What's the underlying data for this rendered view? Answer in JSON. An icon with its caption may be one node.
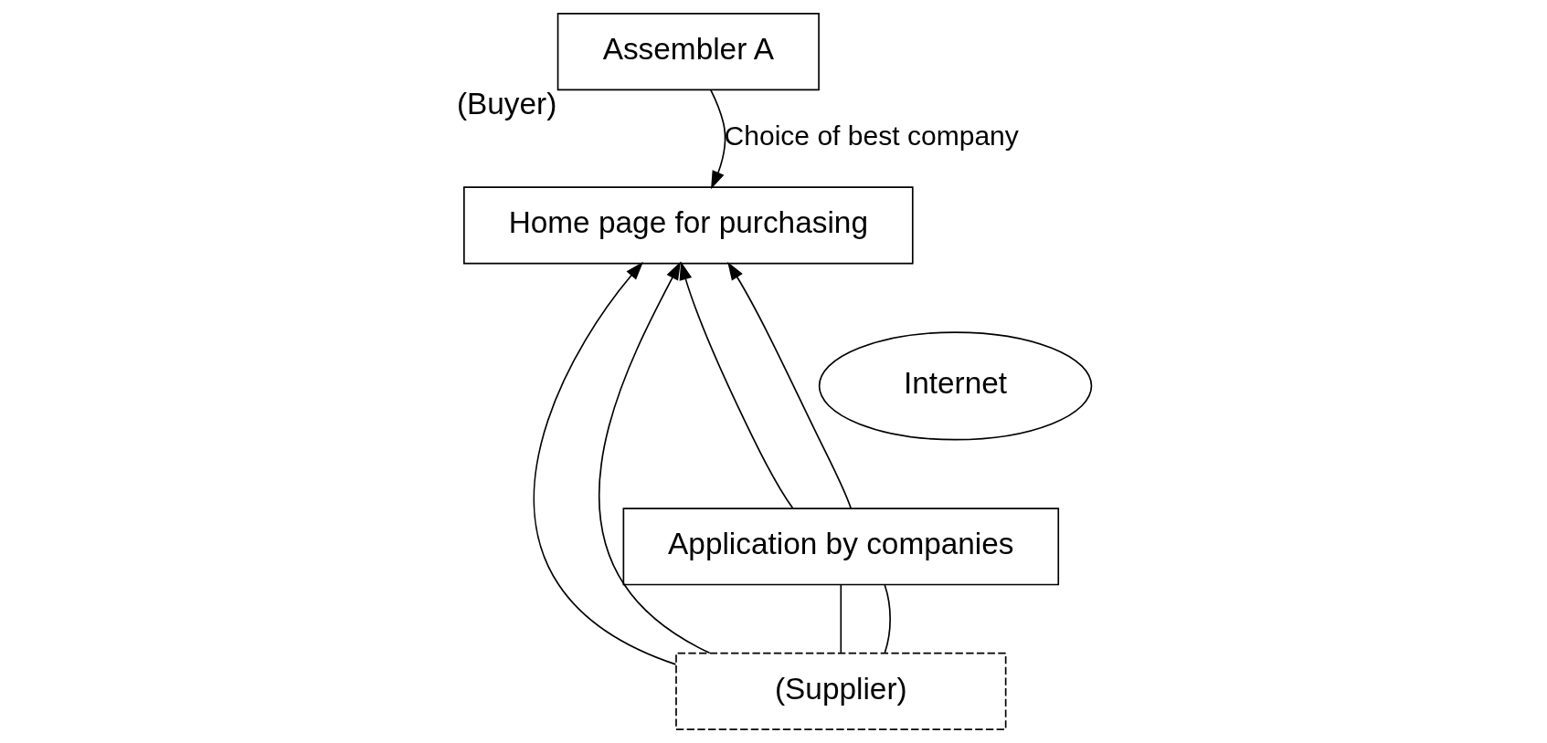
{
  "diagram": {
    "nodes": [
      {
        "text": [
          "Assembler A"
        ],
        "beside": [
          "(Buyer)"
        ]
      },
      {
        "text": [
          "Home page for purchasing"
        ]
      },
      {
        "text": [
          "Internet"
        ]
      },
      {
        "text": [
          "Application by companies"
        ]
      },
      {
        "text": [
          "(Supplier)"
        ]
      }
    ],
    "edges": [
      {
        "from": 0,
        "to": 1,
        "arrow": "to",
        "label": "Choice of best company"
      },
      {
        "from": 4,
        "to": 1,
        "arrow": "to"
      },
      {
        "from": 4,
        "to": 3,
        "arrow": "none"
      },
      {
        "from": 3,
        "to": 1,
        "arrow": "to"
      },
      {
        "from": 3,
        "to": 1,
        "arrow": "to"
      },
      {
        "from": 4,
        "to": 3,
        "arrow": "none"
      },
      {
        "from": 4,
        "to": 1,
        "arrow": "to"
      }
    ]
  }
}
